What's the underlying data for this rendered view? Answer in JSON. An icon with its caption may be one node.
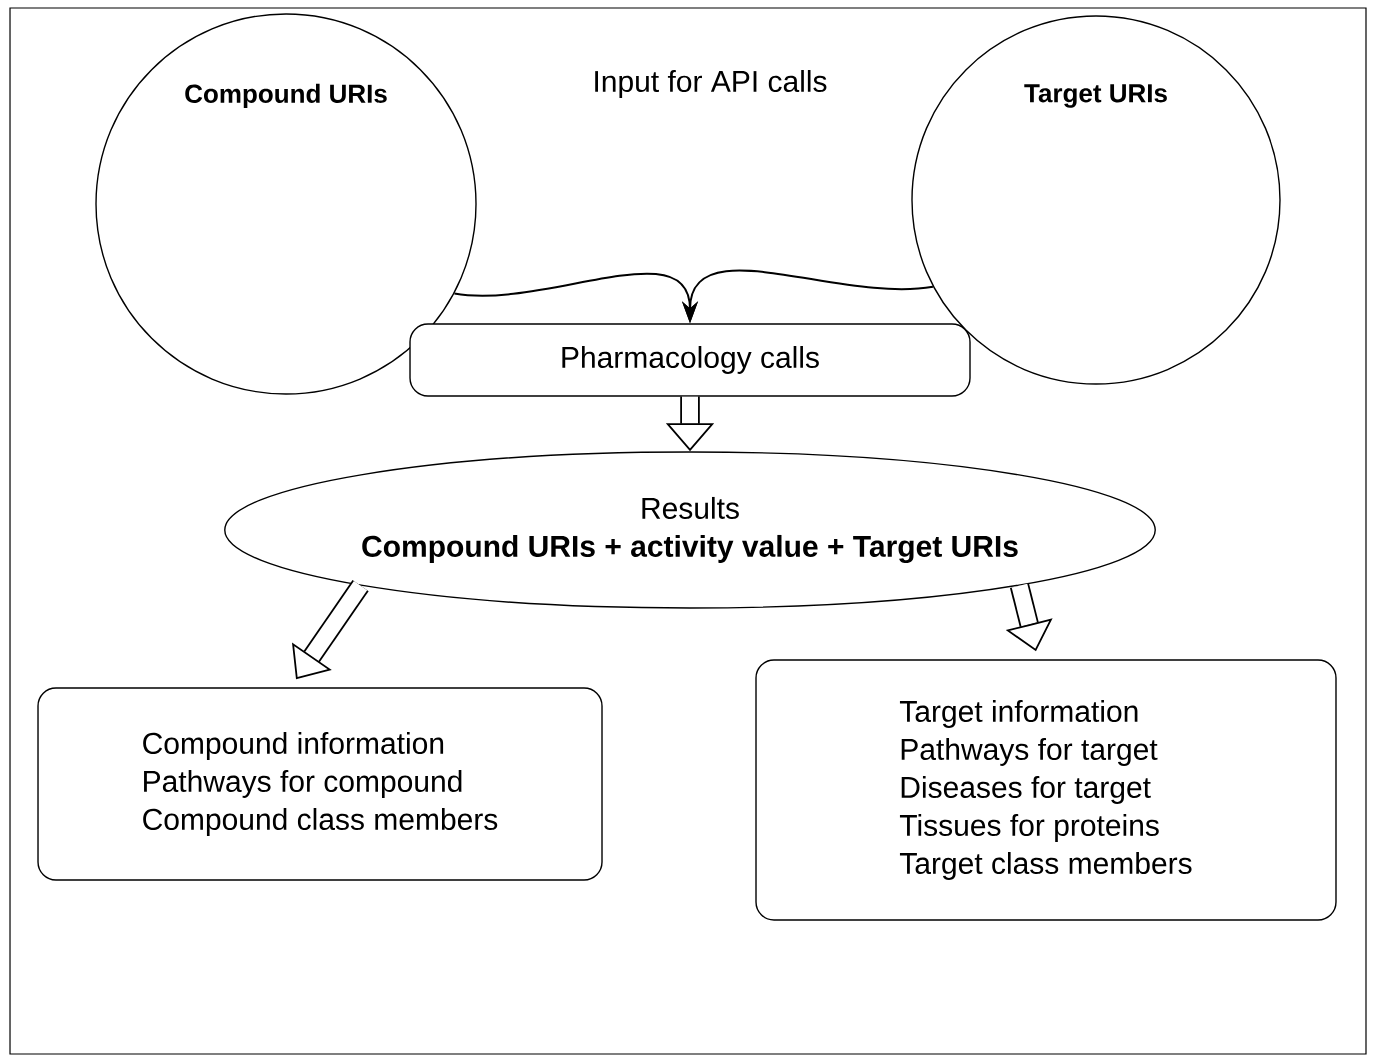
{
  "diagram": {
    "nodes": [
      {
        "text": [
          "Compound URIs"
        ]
      },
      {
        "text": [
          "Target URIs"
        ]
      },
      {
        "text": [
          "Pharmacology calls"
        ]
      },
      {
        "text": [
          "Results",
          "**Compound URIs + activity value + Target URIs**"
        ]
      },
      {
        "text": [
          "Compound information",
          "Pathways for compound",
          "Compound class members"
        ]
      },
      {
        "text": [
          "Target information",
          "Pathways for target",
          "Diseases for target",
          "Tissues for proteins",
          "Target class members"
        ]
      }
    ],
    "edges": [
      {
        "from": 0,
        "to": 2,
        "arrow": "to"
      },
      {
        "from": 1,
        "to": 2,
        "arrow": "to"
      },
      {
        "from": 2,
        "to": 3,
        "arrow": "to"
      },
      {
        "from": 3,
        "to": 4,
        "arrow": "to"
      },
      {
        "from": 3,
        "to": 5,
        "arrow": "to"
      }
    ],
    "labels": [
      "Input for API calls"
    ]
  }
}
